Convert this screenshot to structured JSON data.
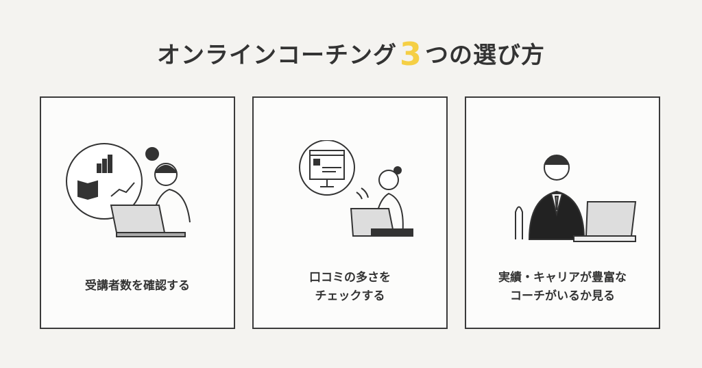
{
  "title": {
    "before": "オンラインコーチング",
    "number": "3",
    "after": "つの選び方"
  },
  "cards": [
    {
      "lines": [
        "受講者数を確認する"
      ]
    },
    {
      "lines": [
        "口コミの多さを",
        "チェックする"
      ]
    },
    {
      "lines": [
        "実績・キャリアが豊富な",
        "コーチがいるか見る"
      ]
    }
  ],
  "colors": {
    "accent": "#f5cf45",
    "background": "#f4f3f0",
    "border": "#3a3a3a"
  }
}
